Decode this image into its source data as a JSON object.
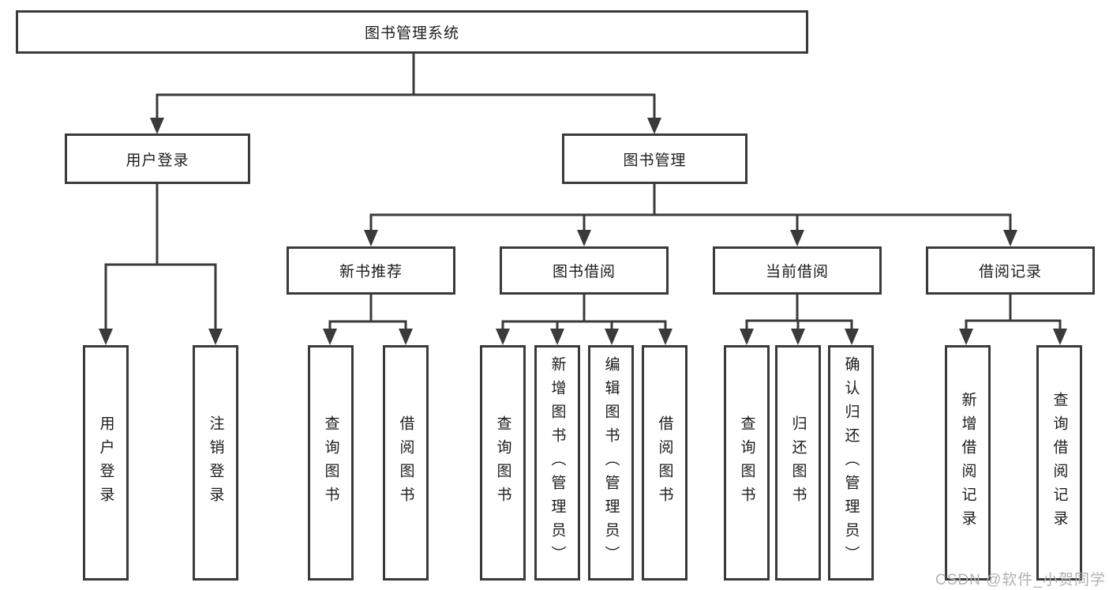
{
  "diagram": {
    "root": {
      "label": "图书管理系统"
    },
    "branches": [
      {
        "label": "用户登录",
        "children": [
          {
            "label": "用户登录"
          },
          {
            "label": "注销登录"
          }
        ]
      },
      {
        "label": "图书管理",
        "children": [
          {
            "label": "新书推荐",
            "children": [
              {
                "label": "查询图书"
              },
              {
                "label": "借阅图书"
              }
            ]
          },
          {
            "label": "图书借阅",
            "children": [
              {
                "label": "查询图书"
              },
              {
                "label": "新增图书（管理员）"
              },
              {
                "label": "编辑图书（管理员）"
              },
              {
                "label": "借阅图书"
              }
            ]
          },
          {
            "label": "当前借阅",
            "children": [
              {
                "label": "查询图书"
              },
              {
                "label": "归还图书"
              },
              {
                "label": "确认归还（管理员）"
              }
            ]
          },
          {
            "label": "借阅记录",
            "children": [
              {
                "label": "新增借阅记录"
              },
              {
                "label": "查询借阅记录"
              }
            ]
          }
        ]
      }
    ]
  },
  "watermark": {
    "text": "CSDN @软件_小贺同学"
  },
  "colors": {
    "line": "#3a3a3a",
    "text": "#1c1c1c",
    "watermark": "#b2b2b2",
    "background": "#ffffff"
  }
}
